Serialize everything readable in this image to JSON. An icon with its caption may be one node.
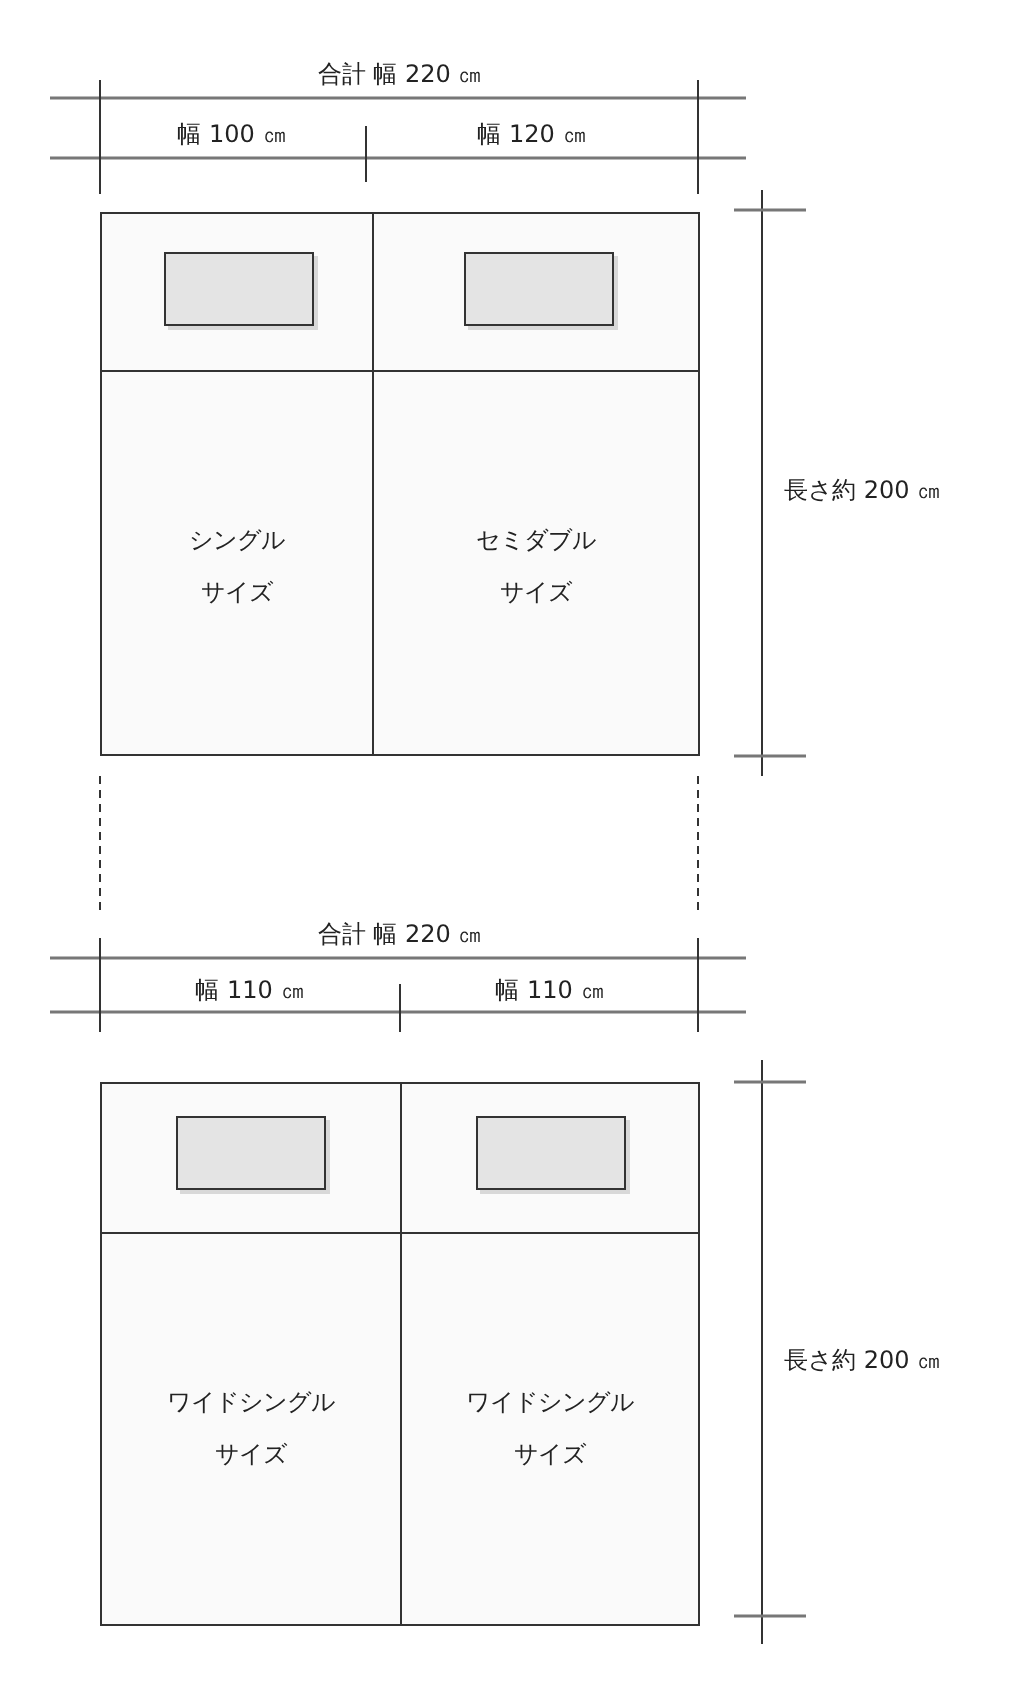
{
  "diagram": {
    "nodes": [
      {
        "text": [
          "シングルサイズ"
        ]
      },
      {
        "text": [
          "セミダブルサイズ"
        ]
      },
      {
        "text": [
          "ワイドシングルサイズ"
        ]
      },
      {
        "text": [
          "ワイドシングルサイズ"
        ]
      },
      {
        "text": [],
        "shape": "box",
        "in": 0
      },
      {
        "text": [],
        "shape": "box",
        "in": 1
      },
      {
        "text": [],
        "shape": "box",
        "in": 2
      },
      {
        "text": [],
        "shape": "box",
        "in": 3
      }
    ],
    "labels": [
      "合計 幅 220 ㎝",
      "幅 100 ㎝",
      "幅 120 ㎝",
      "長さ約 200 ㎝",
      "合計 幅 220 ㎝",
      "幅 110 ㎝",
      "幅 110 ㎝",
      "長さ約 200 ㎝"
    ]
  }
}
